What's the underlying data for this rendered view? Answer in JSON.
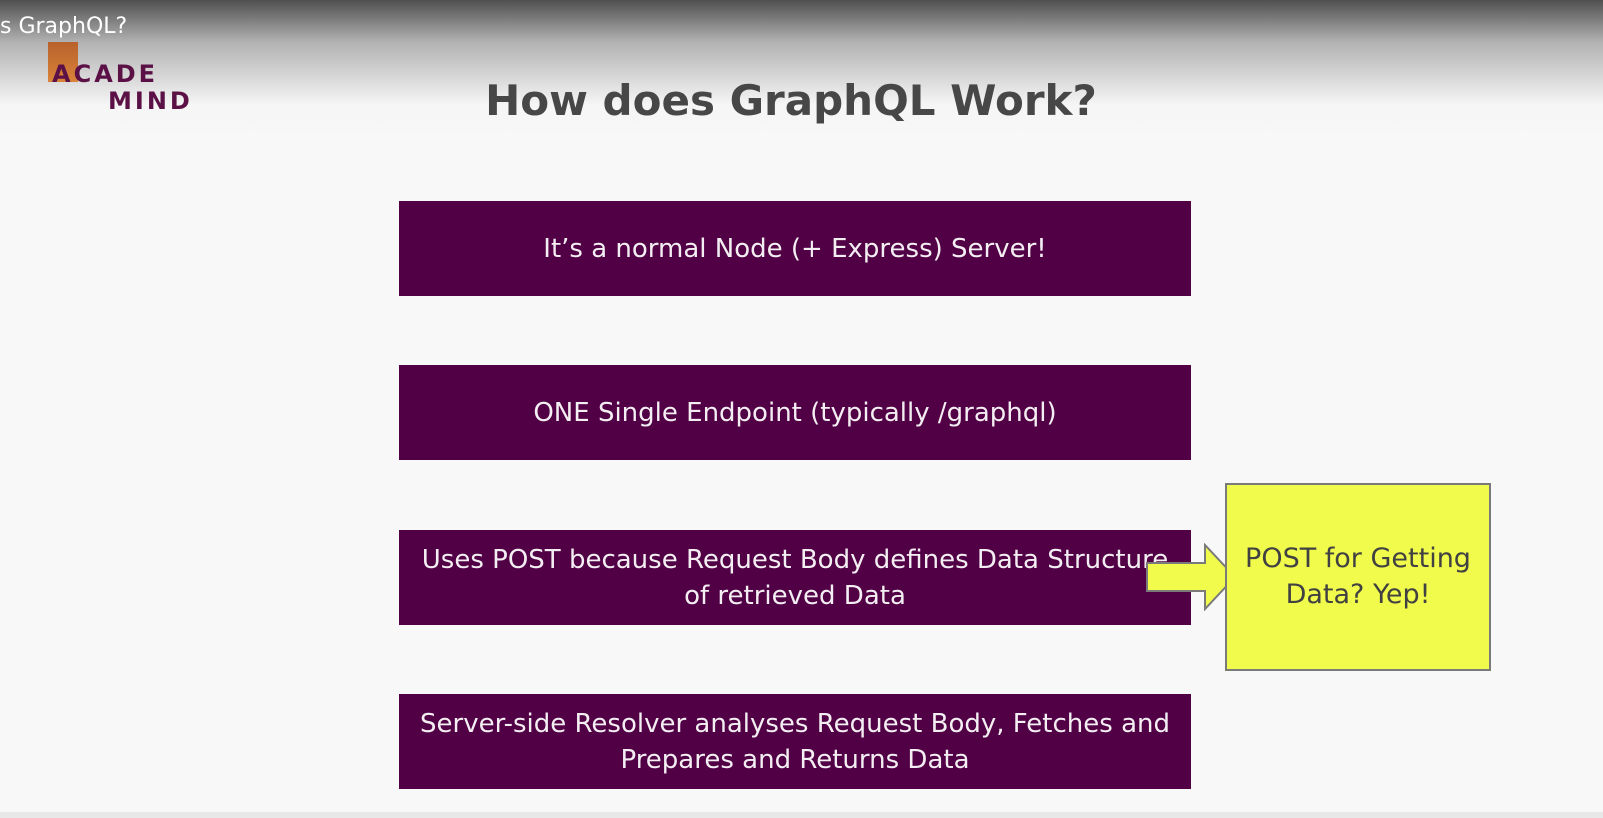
{
  "video": {
    "title": "s GraphQL?"
  },
  "logo": {
    "line1": "ACADE",
    "line2": "MIND"
  },
  "slide": {
    "title": "How does GraphQL Work?",
    "boxes": [
      "It’s a normal Node (+ Express) Server!",
      "ONE Single Endpoint (typically /graphql)",
      "Uses POST because Request Body defines Data Structure of retrieved Data",
      "Server-side Resolver analyses Request Body, Fetches and Prepares and Returns Data"
    ],
    "callout": "POST for Getting Data? Yep!"
  },
  "colors": {
    "box_fill": "#520046",
    "callout_fill": "#f0fb4c",
    "logo_color": "#5b1145",
    "logo_mark": "#c96f30"
  }
}
